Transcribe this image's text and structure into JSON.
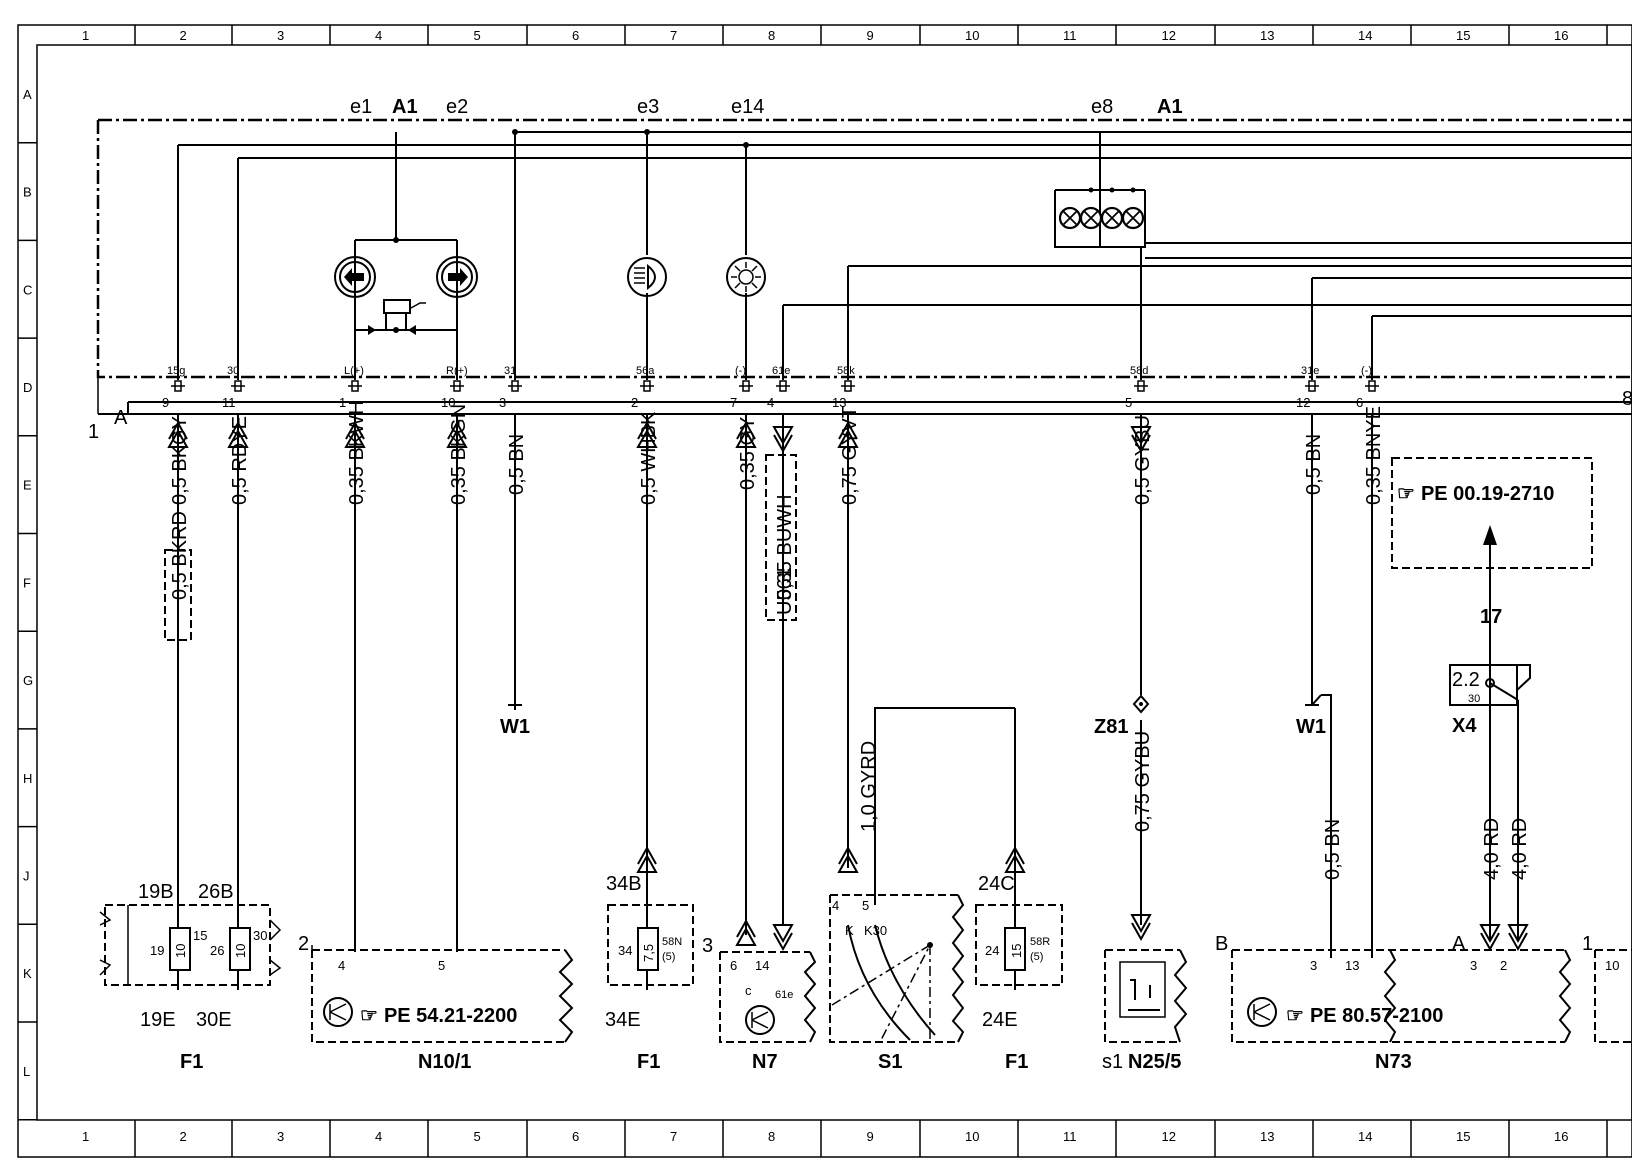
{
  "grid": {
    "columns": [
      "1",
      "2",
      "3",
      "4",
      "5",
      "6",
      "7",
      "8",
      "9",
      "10",
      "11",
      "12",
      "13",
      "14",
      "15",
      "16"
    ],
    "rows": [
      "A",
      "B",
      "C",
      "D",
      "E",
      "F",
      "G",
      "H",
      "J",
      "K",
      "L"
    ]
  },
  "frame": {
    "bus_number": "1",
    "bus_letter": "A",
    "bus_end_pin": "8"
  },
  "module": {
    "name": "A1",
    "groups": {
      "e1": "e1",
      "e2": "e2",
      "e3": "e3",
      "e14": "e14",
      "e8": "e8"
    }
  },
  "pins": [
    {
      "id": "p15g",
      "label": "15g",
      "num": "9"
    },
    {
      "id": "p30",
      "label": "30",
      "num": "11"
    },
    {
      "id": "pL",
      "label": "L(+)",
      "num": "1"
    },
    {
      "id": "pR",
      "label": "R(+)",
      "num": "10"
    },
    {
      "id": "p31",
      "label": "31",
      "num": "3"
    },
    {
      "id": "p56a",
      "label": "56a",
      "num": "2"
    },
    {
      "id": "pm1",
      "label": "(-)",
      "num": "7"
    },
    {
      "id": "p61e",
      "label": "61e",
      "num": "4"
    },
    {
      "id": "p58k",
      "label": "58k",
      "num": "13"
    },
    {
      "id": "p58d",
      "label": "58d",
      "num": "5"
    },
    {
      "id": "p31e",
      "label": "31e",
      "num": "12"
    },
    {
      "id": "pm2",
      "label": "(-)",
      "num": "6"
    }
  ],
  "wires": [
    {
      "id": "w1",
      "label": "0,5 BKGY"
    },
    {
      "id": "w2",
      "label": "0,5 RDYE"
    },
    {
      "id": "w3",
      "label": "0,35 BKWH"
    },
    {
      "id": "w4",
      "label": "0,35 BKGN"
    },
    {
      "id": "w5",
      "label": "0,5 BN"
    },
    {
      "id": "w6",
      "label": "0,5 WHBK"
    },
    {
      "id": "w7",
      "label": "0,35 GY"
    },
    {
      "id": "w8",
      "label": "0,35 BUWH"
    },
    {
      "id": "w9",
      "label": "0,75 GYVT"
    },
    {
      "id": "w10",
      "label": "0,5 GYBU"
    },
    {
      "id": "w11",
      "label": "0,5 BN"
    },
    {
      "id": "w12",
      "label": "0,35 BNYE"
    },
    {
      "id": "w13",
      "label": "0,5 BKRD"
    },
    {
      "id": "w14",
      "label": "U561"
    },
    {
      "id": "w15",
      "label": "1,0 GYRD"
    },
    {
      "id": "w16",
      "label": "0,75 GYBU"
    },
    {
      "id": "w17",
      "label": "0,5 BN"
    },
    {
      "id": "w18",
      "label": "4,0 RD"
    },
    {
      "id": "w19",
      "label": "4,0 RD"
    }
  ],
  "grounds": {
    "w1_left": "W1",
    "w1_right": "W1",
    "z81": "Z81"
  },
  "x4": {
    "name": "X4",
    "pin": "2.2",
    "sub": "30"
  },
  "ref_box": {
    "text": "PE  00.19-2710",
    "arrow_num": "17"
  },
  "fuses": [
    {
      "id": "f1a",
      "top1": "19B",
      "top2": "26B",
      "pin1": "19",
      "val1": "10",
      "pin1b": "15",
      "pin2": "26",
      "val2": "10",
      "pin2b": "30",
      "bot1": "19E",
      "bot2": "30E",
      "name": "F1"
    },
    {
      "id": "f1b",
      "top": "34B",
      "pin": "34",
      "val": "7,5",
      "right": "58N",
      "right2": "(5)",
      "bot": "34E",
      "name": "F1"
    },
    {
      "id": "f1c",
      "top": "24C",
      "pin": "24",
      "val": "15",
      "right": "58R",
      "right2": "(5)",
      "bot": "24E",
      "name": "F1"
    }
  ],
  "components": {
    "n10_1": {
      "name": "N10/1",
      "ref": "PE  54.21-2200",
      "conn": "2",
      "pin_a": "4",
      "pin_b": "5"
    },
    "n7": {
      "name": "N7",
      "conn": "3",
      "pin_a": "6",
      "pin_b": "14",
      "pin_c": "c",
      "pin_d": "61e"
    },
    "s1": {
      "name": "S1",
      "pin_a": "4",
      "pin_b": "5",
      "lab_a": "K",
      "lab_b": "K30"
    },
    "n25_5": {
      "name": "N25/5",
      "prefix": "s1"
    },
    "n73": {
      "name": "N73",
      "ref": "PE  80.57-2100",
      "conn_b": "B",
      "conn_a": "A",
      "pin_3": "3",
      "pin_13": "13",
      "pin_3b": "3",
      "pin_2": "2"
    },
    "edge": {
      "conn": "1",
      "pin": "10"
    }
  }
}
